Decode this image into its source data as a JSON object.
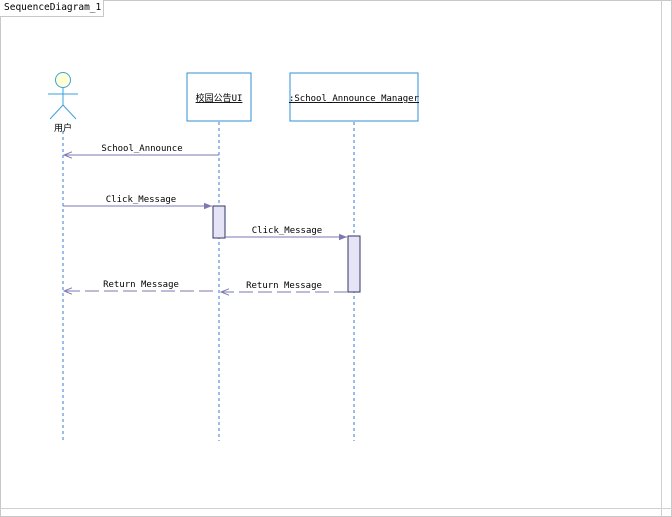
{
  "diagram": {
    "title": "SequenceDiagram_1",
    "actor": {
      "label": "用户"
    },
    "objects": [
      {
        "label": "校园公告UI"
      },
      {
        "label": ":School_Announce_Manager"
      }
    ],
    "messages": [
      {
        "label": "School_Announce",
        "kind": "return"
      },
      {
        "label": "Click_Message",
        "kind": "call"
      },
      {
        "label": "Click_Message",
        "kind": "call"
      },
      {
        "label": "Return Message",
        "kind": "return"
      },
      {
        "label": "Return Message",
        "kind": "return"
      }
    ],
    "colors": {
      "lifeline": "#3a7bd5",
      "object_border": "#2f8fd6",
      "actor_head_fill": "#ffffd8",
      "actor_stroke": "#3aa0e0",
      "arrow": "#7a7ab0",
      "activation_fill": "#e4e4f6",
      "activation_border": "#333366"
    }
  }
}
